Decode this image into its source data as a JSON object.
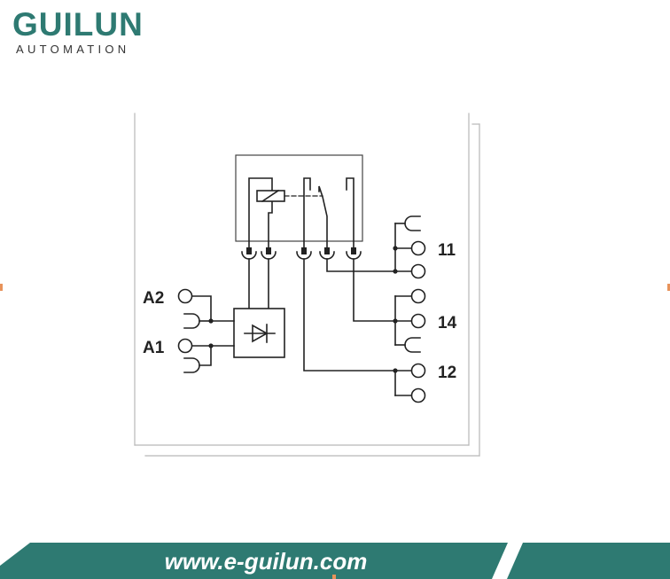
{
  "brand": {
    "name": "GUILUN",
    "tagline": "AUTOMATION",
    "color": "#2e7a72"
  },
  "terminals": {
    "a2": "A2",
    "a1": "A1",
    "t11": "11",
    "t14": "14",
    "t12": "12"
  },
  "footer": {
    "url": "www.e-guilun.com",
    "color": "#2e7a72"
  },
  "accent_color": "#e8935a"
}
